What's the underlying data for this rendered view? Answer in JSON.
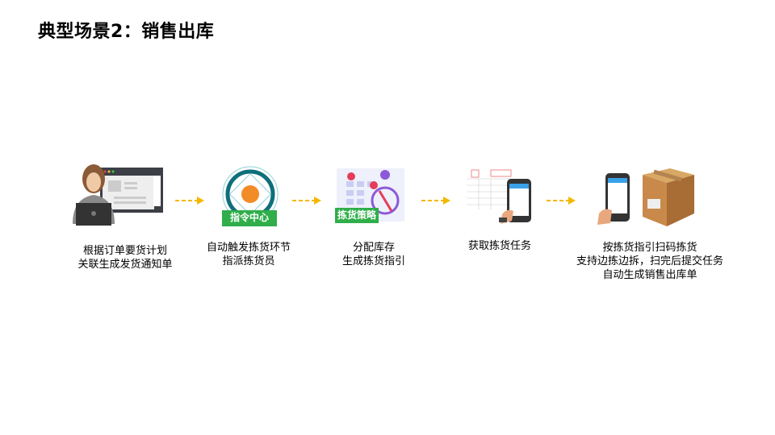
{
  "title": "典型场景2：销售出库",
  "steps": [
    {
      "lines": [
        "根据订单要货计划",
        "关联生成发货通知单"
      ]
    },
    {
      "badge": "指令中心",
      "lines": [
        "自动触发拣货环节",
        "指派拣货员"
      ]
    },
    {
      "badge": "拣货策略",
      "lines": [
        "分配库存",
        "生成拣货指引"
      ]
    },
    {
      "lines": [
        "获取拣货任务"
      ]
    },
    {
      "lines": [
        "按拣货指引扫码拣货",
        "支持边拣边拆，扫完后提交任务",
        "自动生成销售出库单"
      ]
    }
  ],
  "colors": {
    "arrow": "#f5b800",
    "badge": "#2fae4a"
  }
}
